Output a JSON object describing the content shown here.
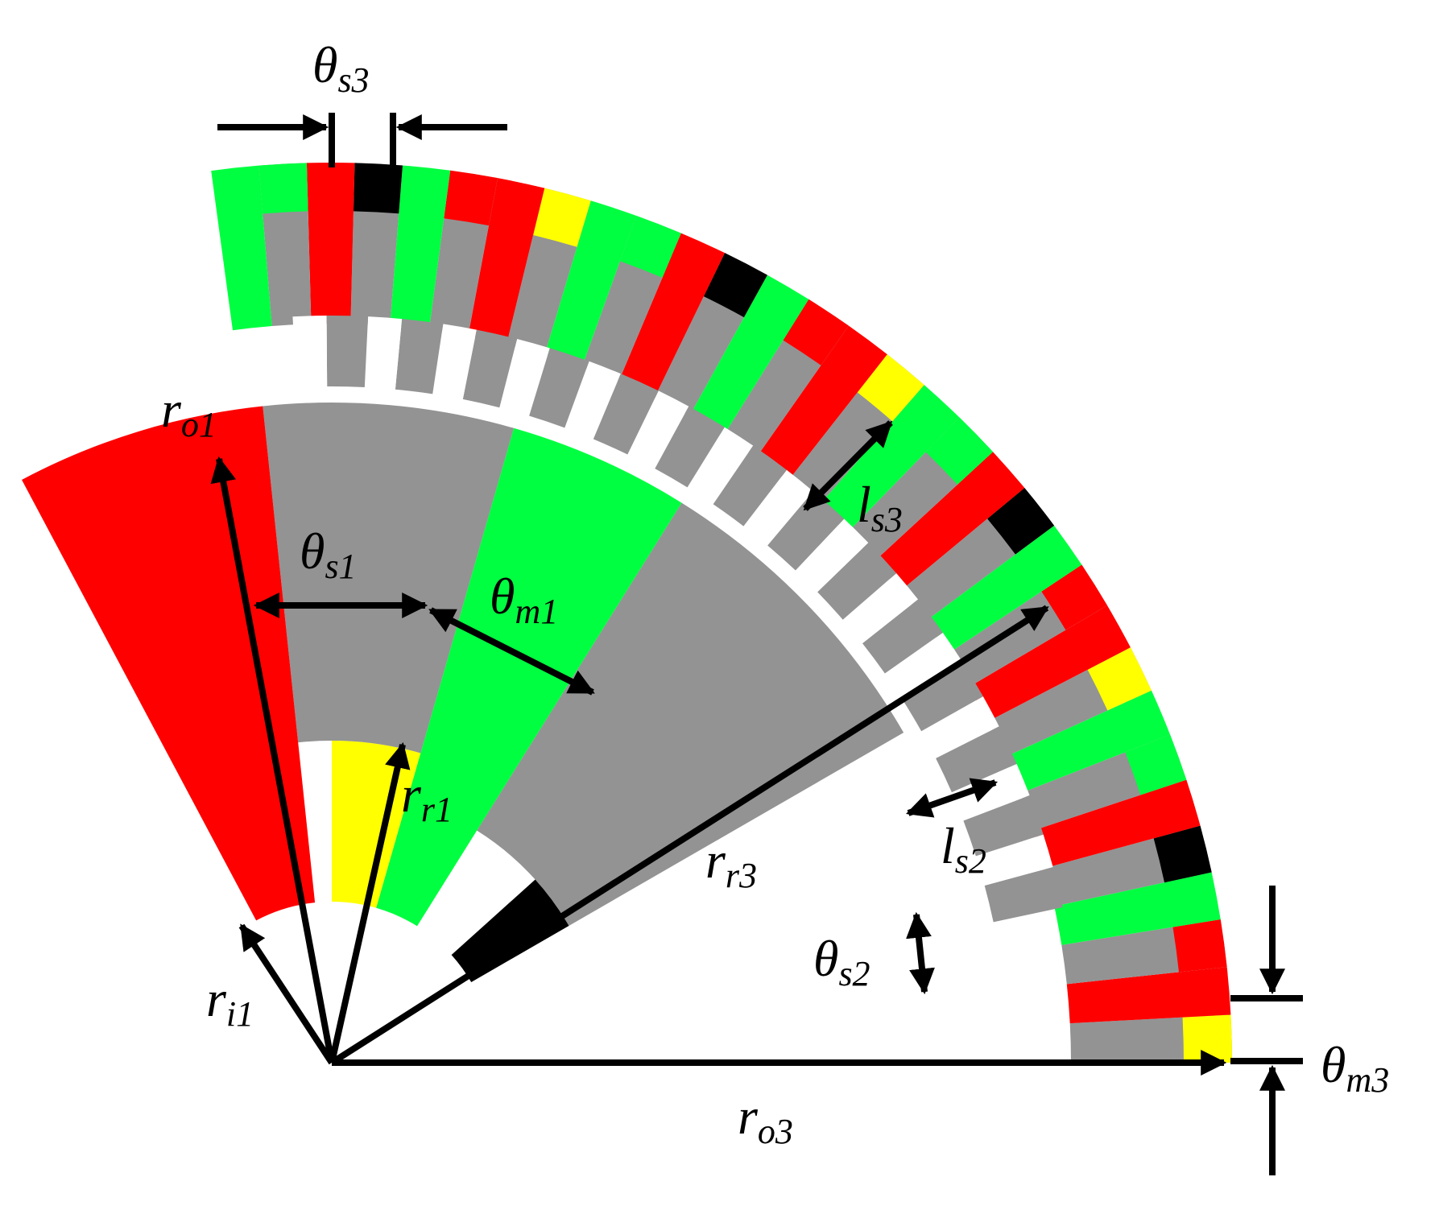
{
  "colors": {
    "red": "#ff0000",
    "green": "#00ff40",
    "yellow": "#ffff00",
    "gray": "#939393",
    "black": "#000000",
    "white": "#ffffff",
    "annotation": "#000000"
  },
  "outer_sequence": [
    "yellow",
    "red",
    "black",
    "green"
  ],
  "labels": {
    "theta_s3": {
      "main": "θ",
      "sub": "s3"
    },
    "r_o1": {
      "main": "r",
      "sub": "o1"
    },
    "theta_s1": {
      "main": "θ",
      "sub": "s1"
    },
    "theta_m1": {
      "main": "θ",
      "sub": "m1"
    },
    "l_s3": {
      "main": "l",
      "sub": "s3"
    },
    "r_r1": {
      "main": "r",
      "sub": "r1"
    },
    "r_r3": {
      "main": "r",
      "sub": "r3"
    },
    "l_s2": {
      "main": "l",
      "sub": "s2"
    },
    "theta_s2": {
      "main": "θ",
      "sub": "s2"
    },
    "r_i1": {
      "main": "r",
      "sub": "i1"
    },
    "theta_m3": {
      "main": "θ",
      "sub": "m3"
    },
    "r_o3": {
      "main": "r",
      "sub": "o3"
    }
  }
}
